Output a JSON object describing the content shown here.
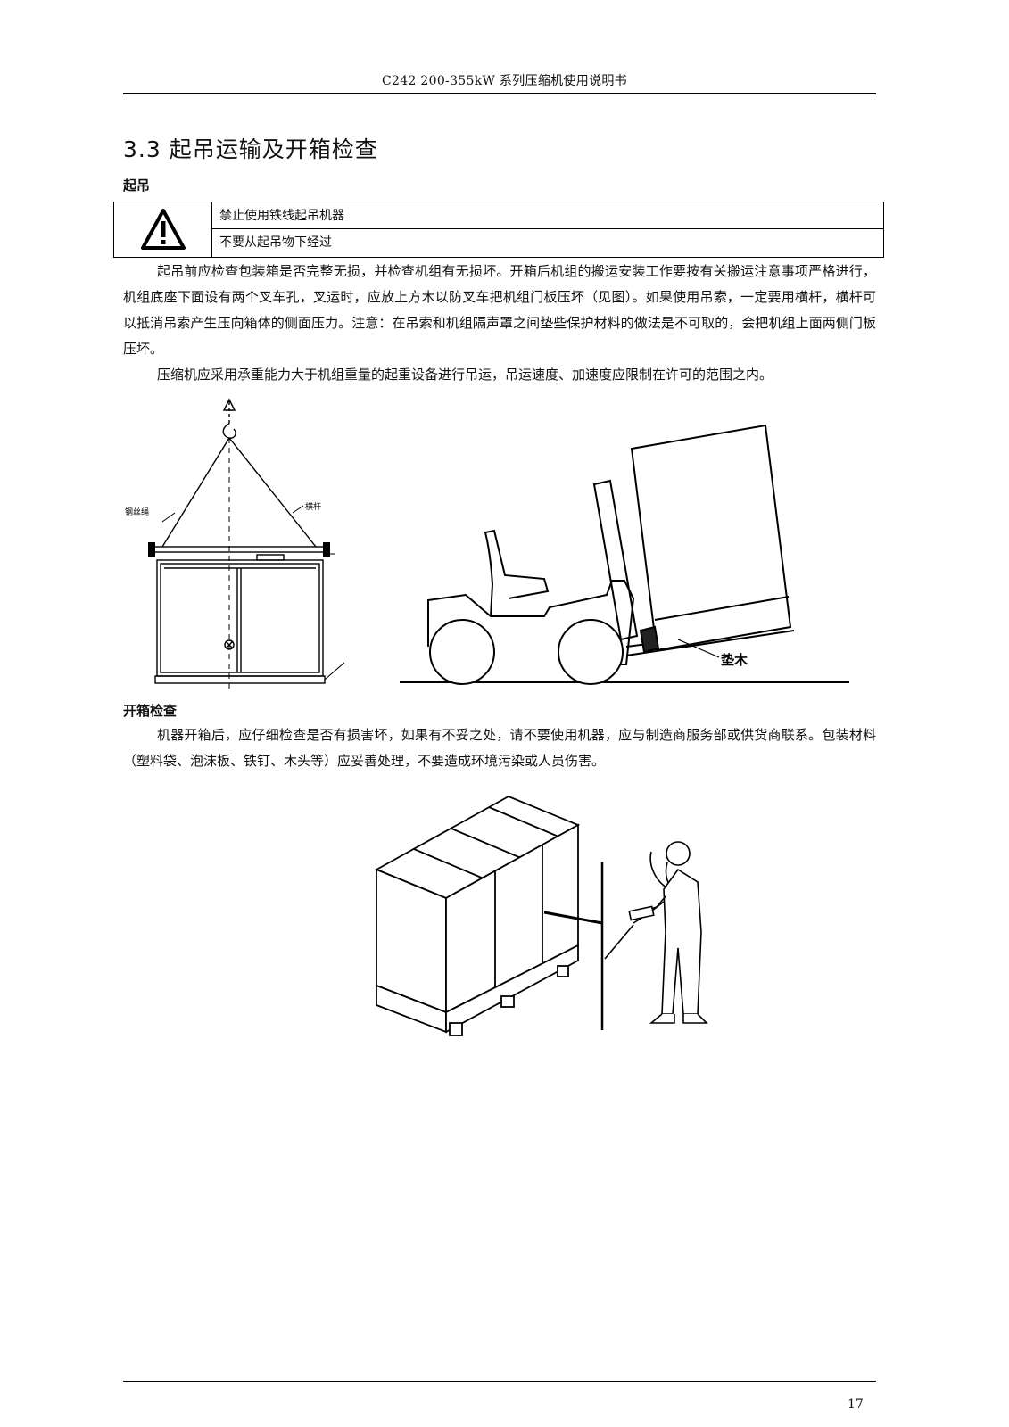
{
  "header": {
    "title": "C242 200-355kW  系列压缩机使用说明书"
  },
  "section": {
    "title": "3.3  起吊运输及开箱检查"
  },
  "lifting": {
    "heading": "起吊",
    "warnings": [
      "禁止使用铁线起吊机器",
      "不要从起吊物下经过"
    ],
    "paragraphs": [
      "起吊前应检查包装箱是否完整无损，并检查机组有无损坏。开箱后机组的搬运安装工作要按有关搬运注意事项严格进行，机组底座下面设有两个叉车孔，叉运时，应放上方木以防叉车把机组门板压坏（见图）。如果使用吊索，一定要用横杆，横杆可以抵消吊索产生压向箱体的侧面压力。注意：在吊索和机组隔声罩之间垫些保护材料的做法是不可取的，会把机组上面两侧门板压坏。",
      "压缩机应采用承重能力大于机组重量的起重设备进行吊运，吊运速度、加速度应限制在许可的范围之内。"
    ],
    "figure_labels": {
      "sling": "钢丝绳",
      "bar": "横杆",
      "pad": "垫木"
    }
  },
  "unboxing": {
    "heading": "开箱检查",
    "paragraph": "机器开箱后，应仔细检查是否有损害坏，如果有不妥之处，请不要使用机器，应与制造商服务部或供货商联系。包装材料（塑料袋、泡沫板、铁钉、木头等）应妥善处理，不要造成环境污染或人员伤害。"
  },
  "footer": {
    "page_number": "17"
  }
}
